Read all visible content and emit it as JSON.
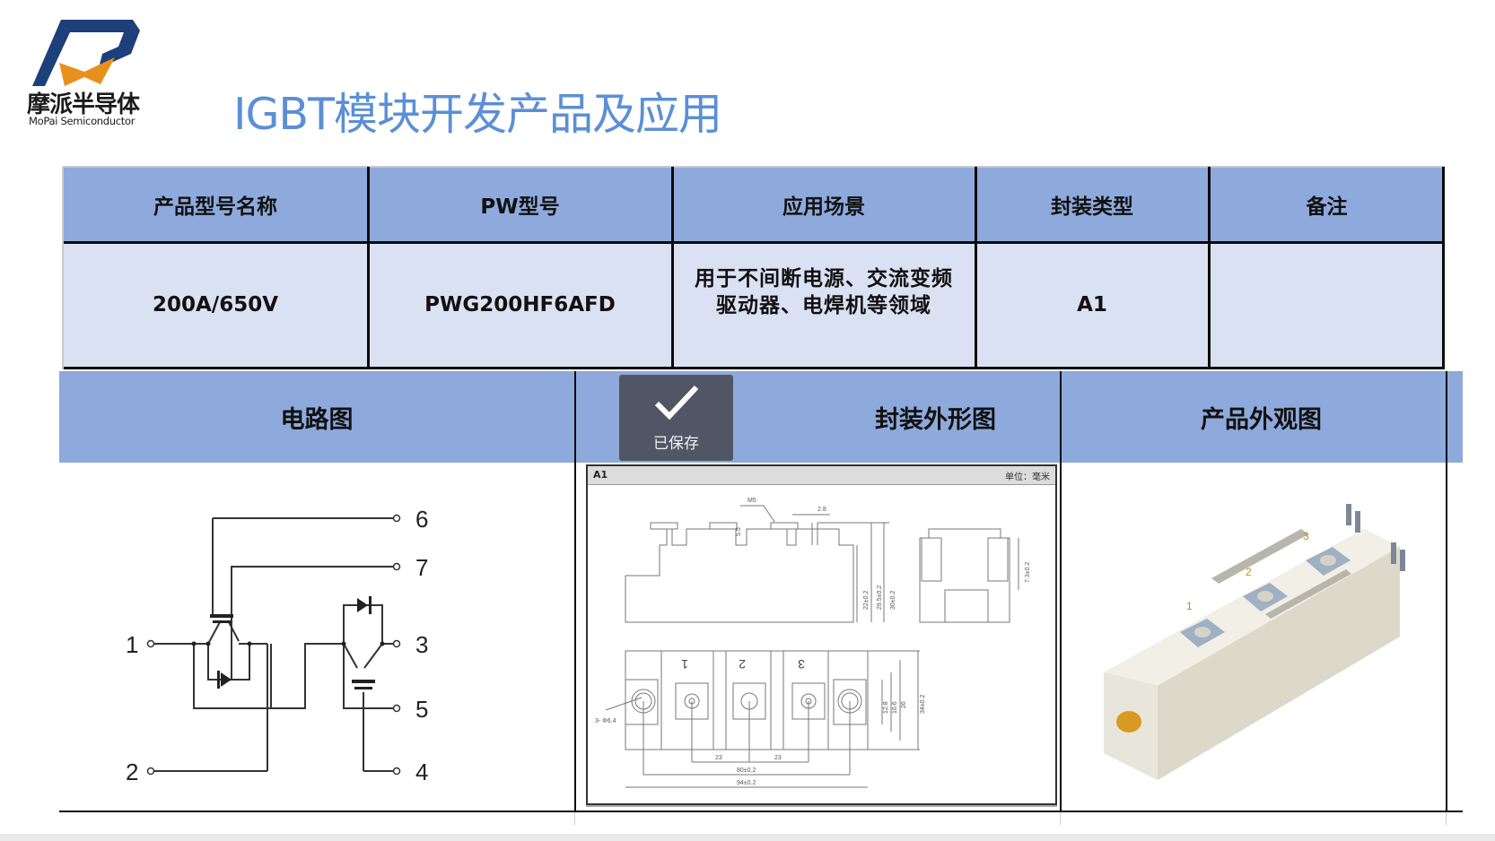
{
  "logo": {
    "name_cn": "摩派半导体",
    "name_en": "MoPai Semiconductor",
    "colors": {
      "navy": "#1d3f7a",
      "orange": "#e8901c"
    }
  },
  "title": "IGBT模块开发产品及应用",
  "spec_table": {
    "headers": [
      "产品型号名称",
      "PW型号",
      "应用场景",
      "封装类型",
      "备注"
    ],
    "rows": [
      [
        "200A/650V",
        "PWG200HF6AFD",
        "用于不间断电源、交流变频驱动器、电焊机等领域",
        "A1",
        ""
      ]
    ]
  },
  "figures_table": {
    "headers": [
      "电路图",
      "封装外形图",
      "产品外观图"
    ]
  },
  "circuit": {
    "pins": [
      "1",
      "2",
      "3",
      "4",
      "5",
      "6",
      "7"
    ]
  },
  "package_drawing": {
    "package_name": "A1",
    "unit_label": "单位：毫米",
    "side_labels": [
      "M5",
      "2.8",
      "5.5",
      "22±0.2",
      "29.5±0.2",
      "30±0.2",
      "7.3±0.2"
    ],
    "top_terminals": [
      "1",
      "2",
      "3"
    ],
    "top_labels": [
      "3- Φ6.4",
      "12.8",
      "16.6",
      "26",
      "34±0.2",
      "23",
      "23",
      "80±0.2",
      "94±0.2"
    ]
  },
  "product_photo": {
    "terminal_labels": [
      "1",
      "2",
      "3"
    ]
  },
  "toast": {
    "label": "已保存",
    "icon": "checkmark-icon"
  },
  "colors": {
    "header_blue": "#8eaadc",
    "row_blue": "#dae1f3",
    "title_blue": "#5b8fd6"
  }
}
